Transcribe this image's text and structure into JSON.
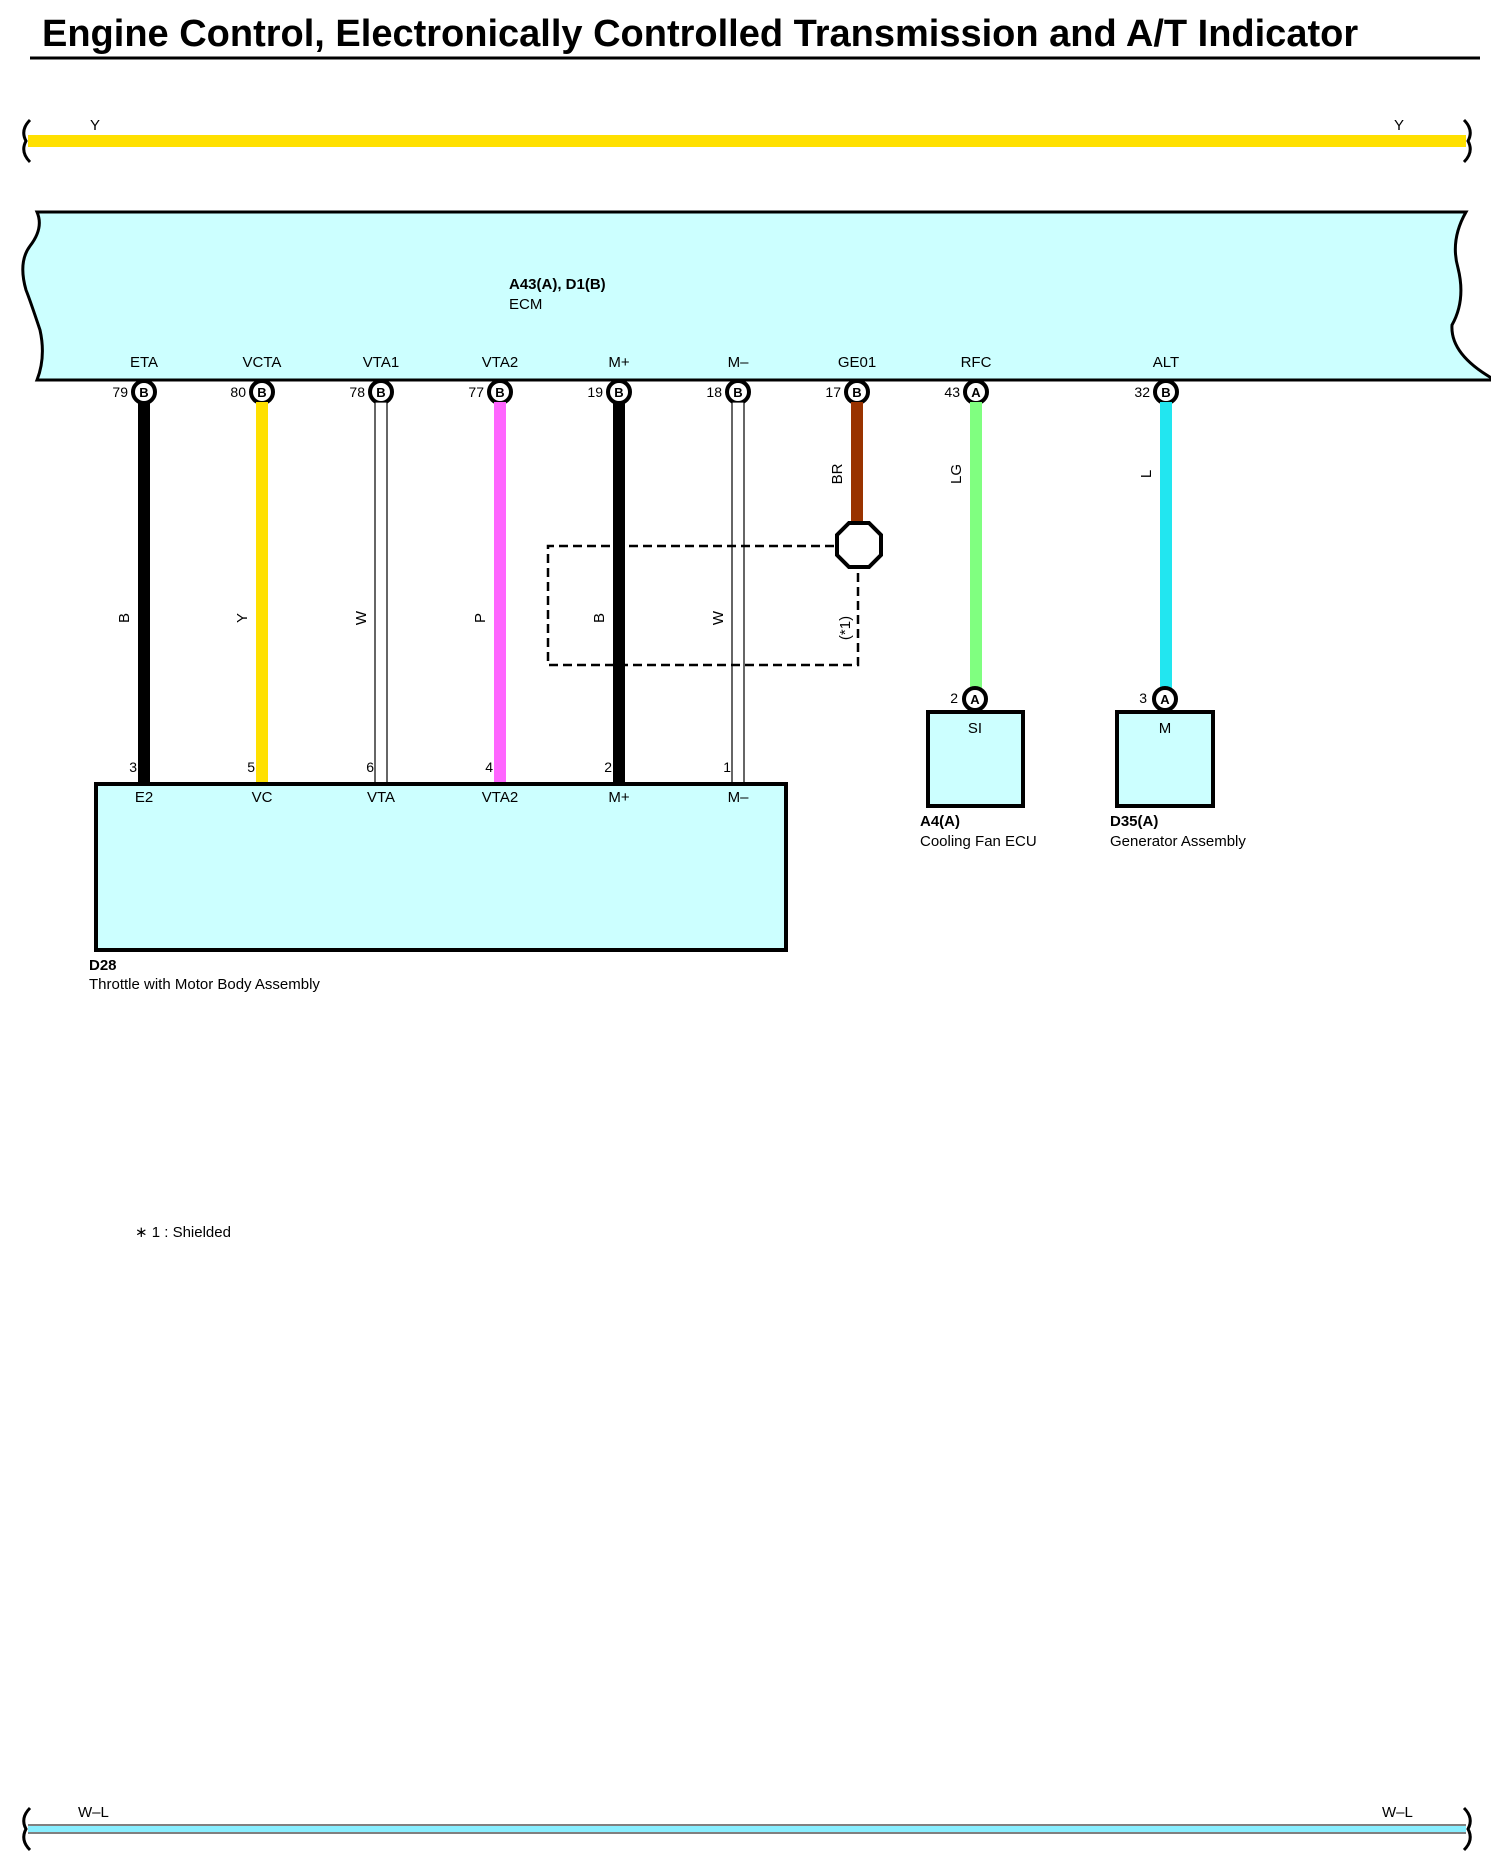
{
  "title": "Engine Control, Electronically Controlled Transmission and A/T Indicator",
  "colors": {
    "component_fill": "#ccffff",
    "wire_B": "#000000",
    "wire_Y": "#ffe000",
    "wire_W": "#ffffff",
    "wire_P": "#ff66ff",
    "wire_BR": "#993300",
    "wire_LG": "#80ff80",
    "wire_L": "#22e6f0",
    "bus_W_L": "#88eeff"
  },
  "top_bus": {
    "color_label_left": "Y",
    "color_label_right": "Y"
  },
  "bottom_bus": {
    "color_label_left": "W–L",
    "color_label_right": "W–L"
  },
  "ecm": {
    "connector": "A43(A), D1(B)",
    "name": "ECM",
    "terminals": [
      {
        "name": "ETA",
        "pin": "79",
        "conn": "B"
      },
      {
        "name": "VCTA",
        "pin": "80",
        "conn": "B"
      },
      {
        "name": "VTA1",
        "pin": "78",
        "conn": "B"
      },
      {
        "name": "VTA2",
        "pin": "77",
        "conn": "B"
      },
      {
        "name": "M+",
        "pin": "19",
        "conn": "B"
      },
      {
        "name": "M–",
        "pin": "18",
        "conn": "B"
      },
      {
        "name": "GE01",
        "pin": "17",
        "conn": "B"
      },
      {
        "name": "RFC",
        "pin": "43",
        "conn": "A"
      },
      {
        "name": "ALT",
        "pin": "32",
        "conn": "B"
      }
    ]
  },
  "wires": [
    {
      "color": "B"
    },
    {
      "color": "Y"
    },
    {
      "color": "W"
    },
    {
      "color": "P"
    },
    {
      "color": "B"
    },
    {
      "color": "W"
    },
    {
      "color": "BR"
    },
    {
      "color": "LG"
    },
    {
      "color": "L"
    }
  ],
  "shield": {
    "label": "(*1)"
  },
  "throttle": {
    "connector": "D28",
    "name": "Throttle with Motor Body Assembly",
    "terminals": [
      {
        "name": "E2",
        "pin": "3"
      },
      {
        "name": "VC",
        "pin": "5"
      },
      {
        "name": "VTA",
        "pin": "6"
      },
      {
        "name": "VTA2",
        "pin": "4"
      },
      {
        "name": "M+",
        "pin": "2"
      },
      {
        "name": "M–",
        "pin": "1"
      }
    ]
  },
  "cooling_fan_ecu": {
    "connector": "A4(A)",
    "name": "Cooling Fan ECU",
    "terminal": "SI",
    "pin": "2",
    "conn": "A"
  },
  "generator": {
    "connector": "D35(A)",
    "name": "Generator Assembly",
    "terminal": "M",
    "pin": "3",
    "conn": "A"
  },
  "note": "∗ 1 : Shielded"
}
